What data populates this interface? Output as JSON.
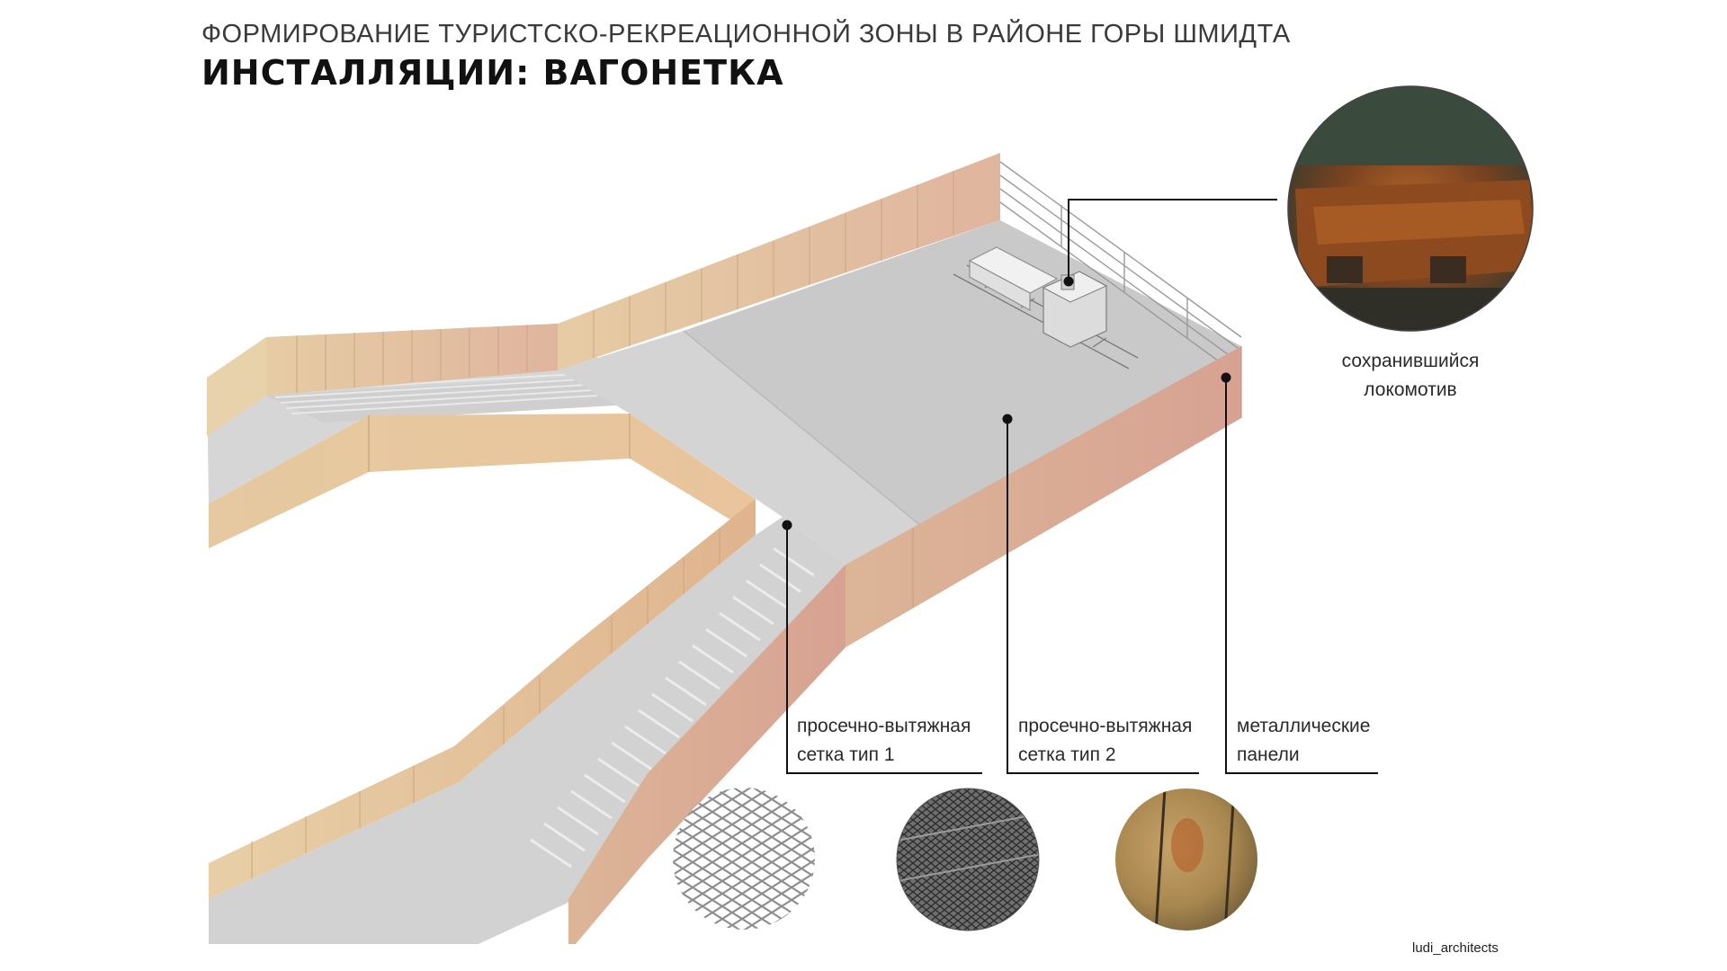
{
  "header": {
    "subtitle": "ФОРМИРОВАНИЕ ТУРИСТСКО-РЕКРЕАЦИОННОЙ ЗОНЫ В РАЙОНЕ ГОРЫ ШМИДТА",
    "title": "ИНСТАЛЛЯЦИИ: ВАГОНЕТКА"
  },
  "callouts": {
    "locomotive": {
      "line1": "сохранившийся",
      "line2": "локомотив"
    },
    "mesh1": {
      "line1": "просечно-вытяжная",
      "line2": "сетка тип 1"
    },
    "mesh2": {
      "line1": "просечно-вытяжная",
      "line2": "сетка тип 2"
    },
    "panels": {
      "line1": "металлические",
      "line2": "панели"
    }
  },
  "credit": "ludi_architects",
  "colors": {
    "wall_light": "#e8cfa8",
    "wall_mid": "#ddb98f",
    "wall_pink": "#d9a898",
    "floor": "#cfcfcf",
    "floor_light": "#d8d8d8",
    "rust": "#8a4a1e"
  }
}
